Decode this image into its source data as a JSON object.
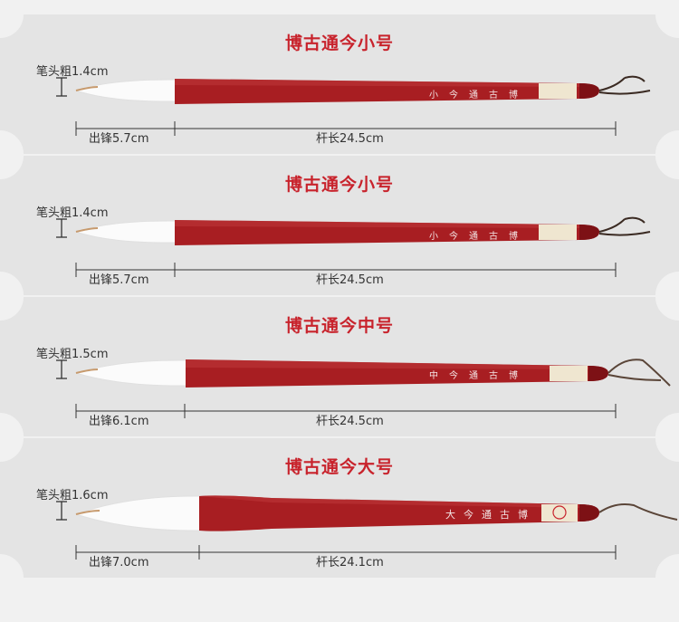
{
  "colors": {
    "title": "#c8232c",
    "shaft": "#a81e22",
    "shaft_dark": "#7d1115",
    "panel": "#e4e4e4",
    "background": "#f1f1f1",
    "text": "#333333"
  },
  "panels": [
    {
      "title": "博古通今小号",
      "head_label": "笔头粗1.4cm",
      "tip_label": "出锋5.7cm",
      "shaft_label": "杆长24.5cm",
      "inscription": [
        "博",
        "古",
        "通",
        "今",
        "小"
      ]
    },
    {
      "title": "博古通今小号",
      "head_label": "笔头粗1.4cm",
      "tip_label": "出锋5.7cm",
      "shaft_label": "杆长24.5cm",
      "inscription": [
        "博",
        "古",
        "通",
        "今",
        "小"
      ]
    },
    {
      "title": "博古通今中号",
      "head_label": "笔头粗1.5cm",
      "tip_label": "出锋6.1cm",
      "shaft_label": "杆长24.5cm",
      "inscription": [
        "博",
        "古",
        "通",
        "今",
        "中"
      ]
    },
    {
      "title": "博古通今大号",
      "head_label": "笔头粗1.6cm",
      "tip_label": "出锋7.0cm",
      "shaft_label": "杆长24.1cm",
      "inscription": [
        "博",
        "古",
        "通",
        "今",
        "大"
      ]
    }
  ]
}
